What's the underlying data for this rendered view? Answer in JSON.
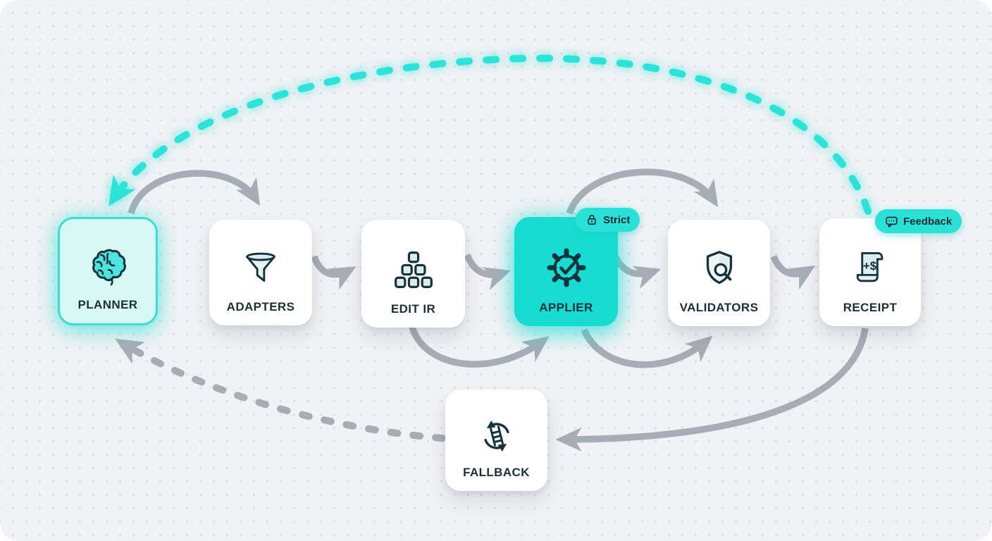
{
  "diagram": {
    "title_hint": "pipeline flow diagram",
    "nodes": [
      {
        "id": "planner",
        "label": "PLANNER",
        "icon": "brain-icon",
        "state": "highlighted"
      },
      {
        "id": "adapters",
        "label": "ADAPTERS",
        "icon": "funnel-icon",
        "state": "default"
      },
      {
        "id": "edit-ir",
        "label": "EDIT IR",
        "icon": "blocks-hierarchy-icon",
        "state": "default"
      },
      {
        "id": "applier",
        "label": "APPLIER",
        "icon": "gear-check-icon",
        "state": "active"
      },
      {
        "id": "validators",
        "label": "VALIDATORS",
        "icon": "shield-search-icon",
        "state": "default"
      },
      {
        "id": "receipt",
        "label": "RECEIPT",
        "icon": "receipt-dollar-icon",
        "icon_text": "+$",
        "state": "default"
      },
      {
        "id": "fallback",
        "label": "FALLBACK",
        "icon": "retry-ladder-icon",
        "state": "default"
      }
    ],
    "badges": [
      {
        "id": "strict",
        "label": "Strict",
        "icon": "lock-icon",
        "attached_to": "applier"
      },
      {
        "id": "feedback",
        "label": "Feedback",
        "icon": "speech-bubble-icon",
        "attached_to": "receipt"
      }
    ],
    "edges": [
      {
        "from": "planner",
        "to": "adapters",
        "style": "solid",
        "color": "gray",
        "route": "arc-top"
      },
      {
        "from": "adapters",
        "to": "edit-ir",
        "style": "solid",
        "color": "gray",
        "route": "s-curve-mid"
      },
      {
        "from": "edit-ir",
        "to": "applier",
        "style": "solid",
        "color": "gray",
        "route": "s-curve-mid"
      },
      {
        "from": "edit-ir",
        "to": "applier",
        "style": "solid",
        "color": "gray",
        "route": "arc-bottom"
      },
      {
        "from": "applier",
        "to": "validators",
        "style": "solid",
        "color": "gray",
        "route": "arc-top"
      },
      {
        "from": "applier",
        "to": "validators",
        "style": "solid",
        "color": "gray",
        "route": "s-curve-mid"
      },
      {
        "from": "applier",
        "to": "validators",
        "style": "solid",
        "color": "gray",
        "route": "arc-bottom"
      },
      {
        "from": "validators",
        "to": "receipt",
        "style": "solid",
        "color": "gray",
        "route": "s-curve-mid"
      },
      {
        "from": "receipt",
        "to": "fallback",
        "style": "solid",
        "color": "gray",
        "route": "sweep-bottom"
      },
      {
        "from": "fallback",
        "to": "planner",
        "style": "dashed",
        "color": "gray",
        "route": "sweep-bottom"
      },
      {
        "from": "receipt",
        "to": "planner",
        "style": "dashed",
        "color": "cyan",
        "route": "arc-top-large"
      }
    ],
    "colors": {
      "accent": "#17dcd2",
      "accent_dash": "#2ae3d9",
      "accent_soft": "#d7f8f4",
      "badge_bg": "#2ae1d7",
      "arrow_gray": "#a7adb5",
      "icon_ink": "#14323c",
      "label_ink": "#1e2e38",
      "background": "#f1f2f5",
      "dot_grid": "#dcdfe4"
    }
  }
}
